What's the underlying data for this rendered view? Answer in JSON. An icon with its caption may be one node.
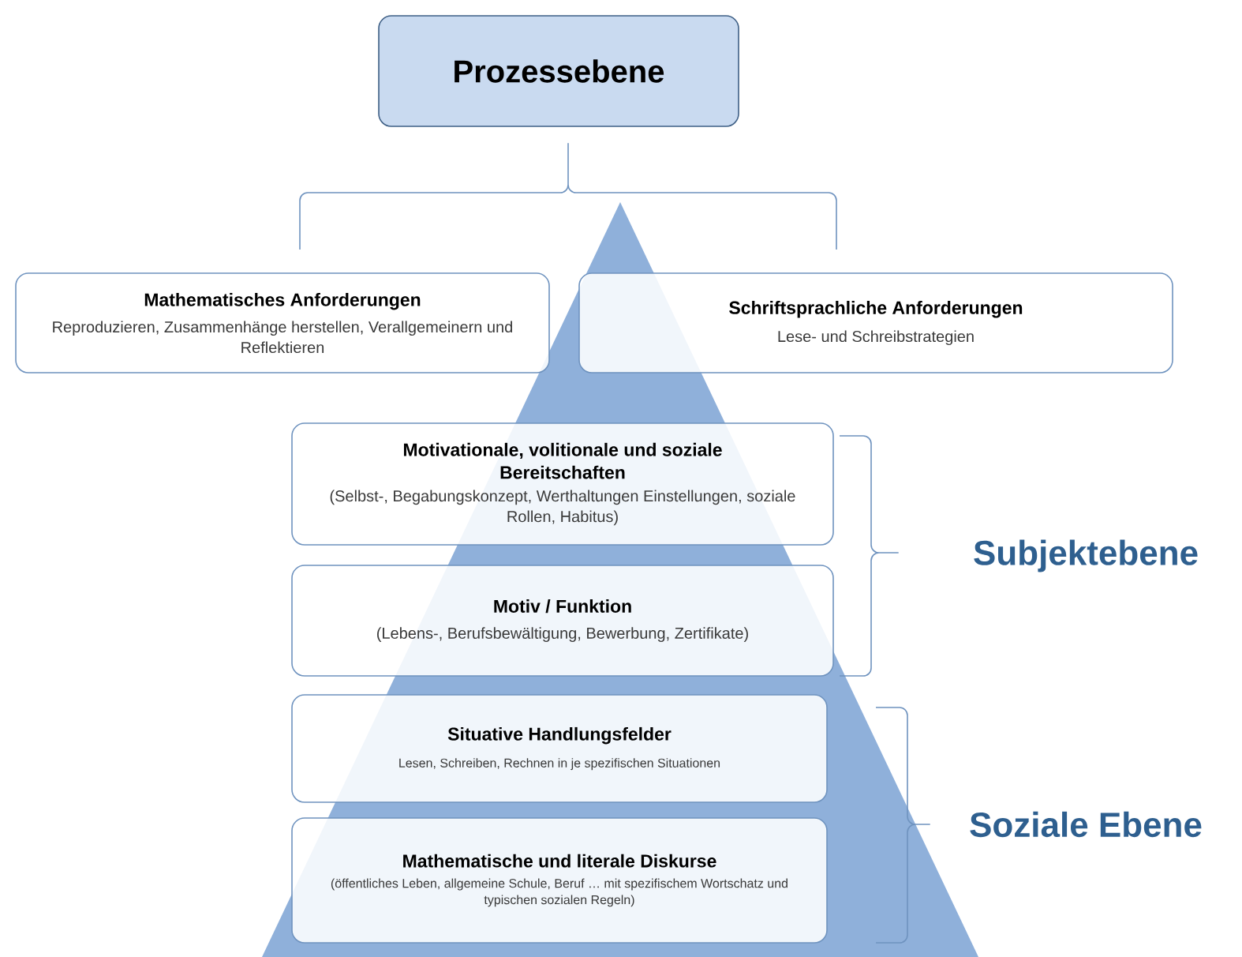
{
  "diagram": {
    "nodes": [
      {
        "text": [
          "Prozessebene"
        ]
      },
      {
        "text": [
          "Mathematisches Anforderungen",
          "Reproduzieren, Zusammenhänge herstellen, Verallgemeinern und Reflektieren"
        ]
      },
      {
        "text": [
          "Schriftsprachliche Anforderungen",
          "Lese- und Schreibstrategien"
        ]
      },
      {
        "text": [
          "Motivationale, volitionale und soziale Bereitschaften",
          "(Selbst-, Begabungskonzept, Werthaltungen Einstellungen, soziale Rollen, Habitus)"
        ]
      },
      {
        "text": [
          "Motiv / Funktion",
          "(Lebens-, Berufsbewältigung, Bewerbung, Zertifikate)"
        ]
      },
      {
        "text": [
          "Situative Handlungsfelder",
          "Lesen, Schreiben, Rechnen  in je spezifischen Situationen"
        ]
      },
      {
        "text": [
          "Mathematische und literale Diskurse",
          "(öffentliches Leben, allgemeine Schule, Beruf … mit spezifischem Wortschatz und typischen sozialen Regeln)"
        ]
      }
    ],
    "labels": [
      "Subjektebene",
      "Soziale Ebene"
    ]
  }
}
